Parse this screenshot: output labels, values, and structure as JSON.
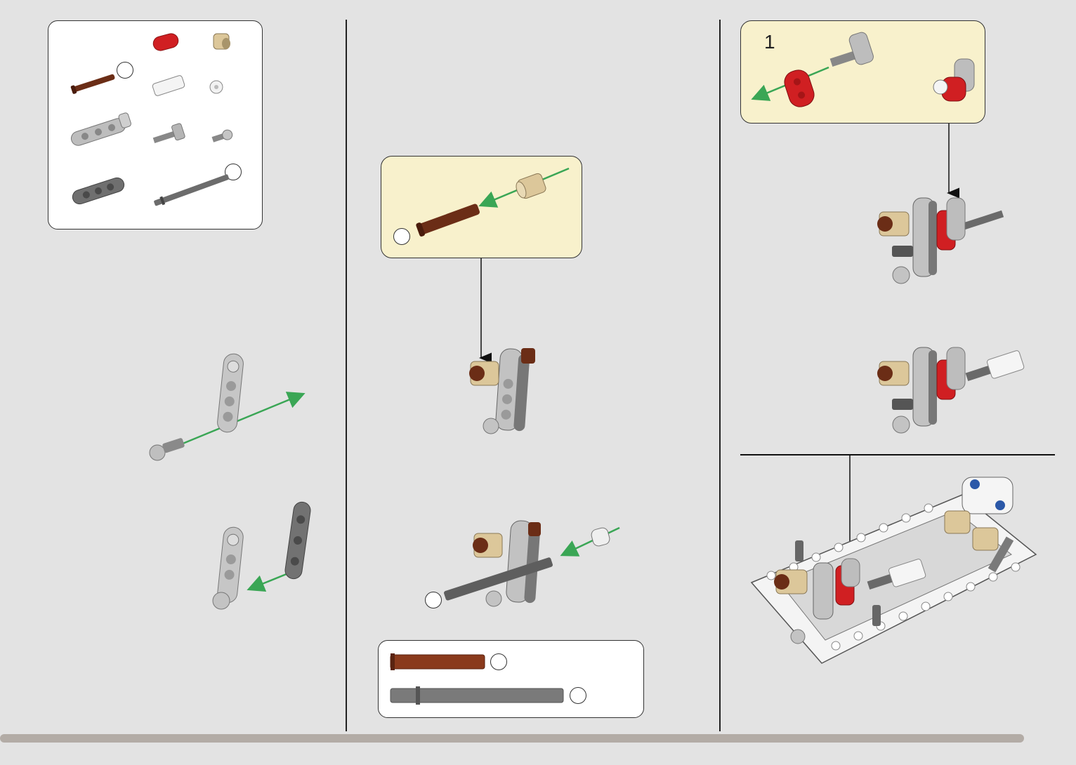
{
  "callout_step": "1",
  "parts_list": [
    {
      "part": "axle-pin-brown",
      "qty": ""
    },
    {
      "part": "red-connector",
      "qty": ""
    },
    {
      "part": "tan-bush",
      "qty": ""
    },
    {
      "part": "white-axle-connector",
      "qty": ""
    },
    {
      "part": "white-bush",
      "qty": ""
    },
    {
      "part": "light-gray-l-beam",
      "qty": ""
    },
    {
      "part": "gray-axle-ball",
      "qty": ""
    },
    {
      "part": "gray-ball-pin",
      "qty": ""
    },
    {
      "part": "dark-gray-beam",
      "qty": ""
    },
    {
      "part": "gray-axle-long",
      "qty": ""
    }
  ],
  "ruler": [
    {
      "part": "axle-pin-brown",
      "qty": ""
    },
    {
      "part": "gray-axle-long",
      "qty": ""
    }
  ],
  "colors": {
    "background": "#e3e3e3",
    "callout": "#f8f1cc",
    "arrow": "#3aa655",
    "brown": "#6b2d16",
    "red": "#d01f22",
    "tan": "#dcc79a",
    "light_gray": "#b9b9b9",
    "dark_gray": "#6c6c6c"
  }
}
